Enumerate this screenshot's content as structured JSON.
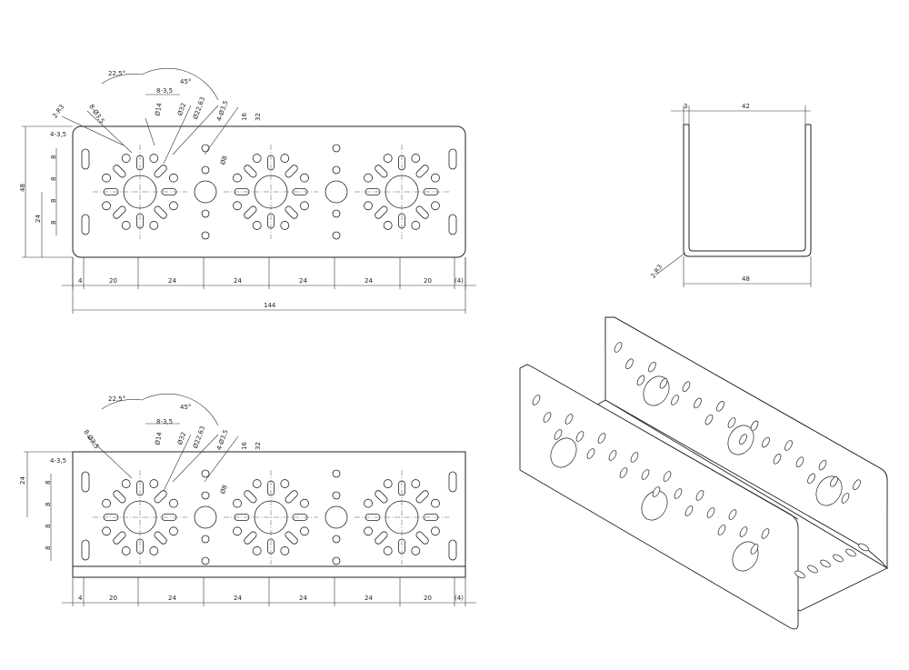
{
  "top_view": {
    "angles": [
      "22,5°",
      "45°"
    ],
    "callouts": [
      "2-R3",
      "4-3,5",
      "8-Ø3,5",
      "8-3,5",
      "Ø14",
      "Ø32",
      "Ø22,63",
      "4-Ø3,5",
      "16",
      "32",
      "Ø8"
    ],
    "left_dims": [
      "48",
      "24",
      "8",
      "8",
      "8",
      "8"
    ],
    "bottom_dims": [
      "4",
      "20",
      "24",
      "24",
      "24",
      "24",
      "20",
      "(4)"
    ],
    "overall": "144"
  },
  "bottom_view": {
    "angles": [
      "22,5°",
      "45°"
    ],
    "callouts": [
      "8-Ø3,5",
      "8-3,5",
      "Ø14",
      "Ø32",
      "Ø22,63",
      "4-Ø3,5",
      "16",
      "32",
      "Ø8",
      "4-3,5"
    ],
    "left_dims": [
      "24",
      "8",
      "8",
      "8",
      "8"
    ],
    "bottom_dims": [
      "4",
      "20",
      "24",
      "24",
      "24",
      "24",
      "20",
      "(4)"
    ]
  },
  "section_view": {
    "top_dims": [
      "3",
      "42"
    ],
    "bottom_dim": "48",
    "radius": "2-R3"
  }
}
